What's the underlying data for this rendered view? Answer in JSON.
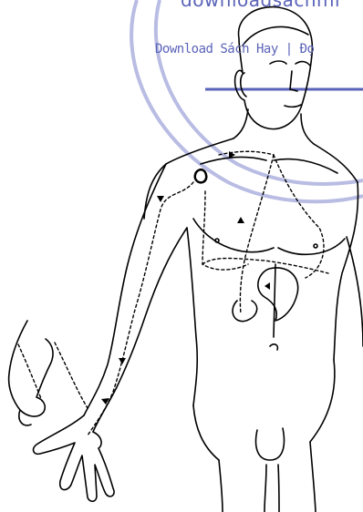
{
  "watermark": {
    "domain_text": "downloadsachmi",
    "sub_text": "Download Sách Hay | Đọ",
    "color": "#5b63b8"
  },
  "figure": {
    "subject": "male-torso-with-dotted-meridian-path",
    "line_color": "#000000",
    "background": "#ffffff"
  }
}
